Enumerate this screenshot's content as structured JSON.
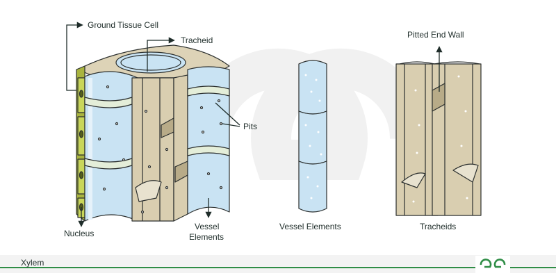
{
  "diagram": {
    "labels": {
      "ground_tissue_cell": "Ground Tissue Cell",
      "tracheid": "Tracheid",
      "pits": "Pits",
      "nucleus": "Nucleus",
      "vessel_elements_line1": "Vessel",
      "vessel_elements_line2": "Elements",
      "vessel_elements_middle": "Vessel Elements",
      "pitted_end_wall": "Pitted End Wall",
      "tracheids": "Tracheids"
    }
  },
  "footer": {
    "caption": "Xylem",
    "logo_icon": "geeksforgeeks-logo-icon"
  },
  "colors": {
    "vessel_blue": "#c9e3f3",
    "tracheid_tan": "#d9ceb0",
    "ground_green": "#c9d65a",
    "outline": "#2b2f2e",
    "brand_green": "#2f8d46",
    "watermark": "#f0f0f0"
  }
}
